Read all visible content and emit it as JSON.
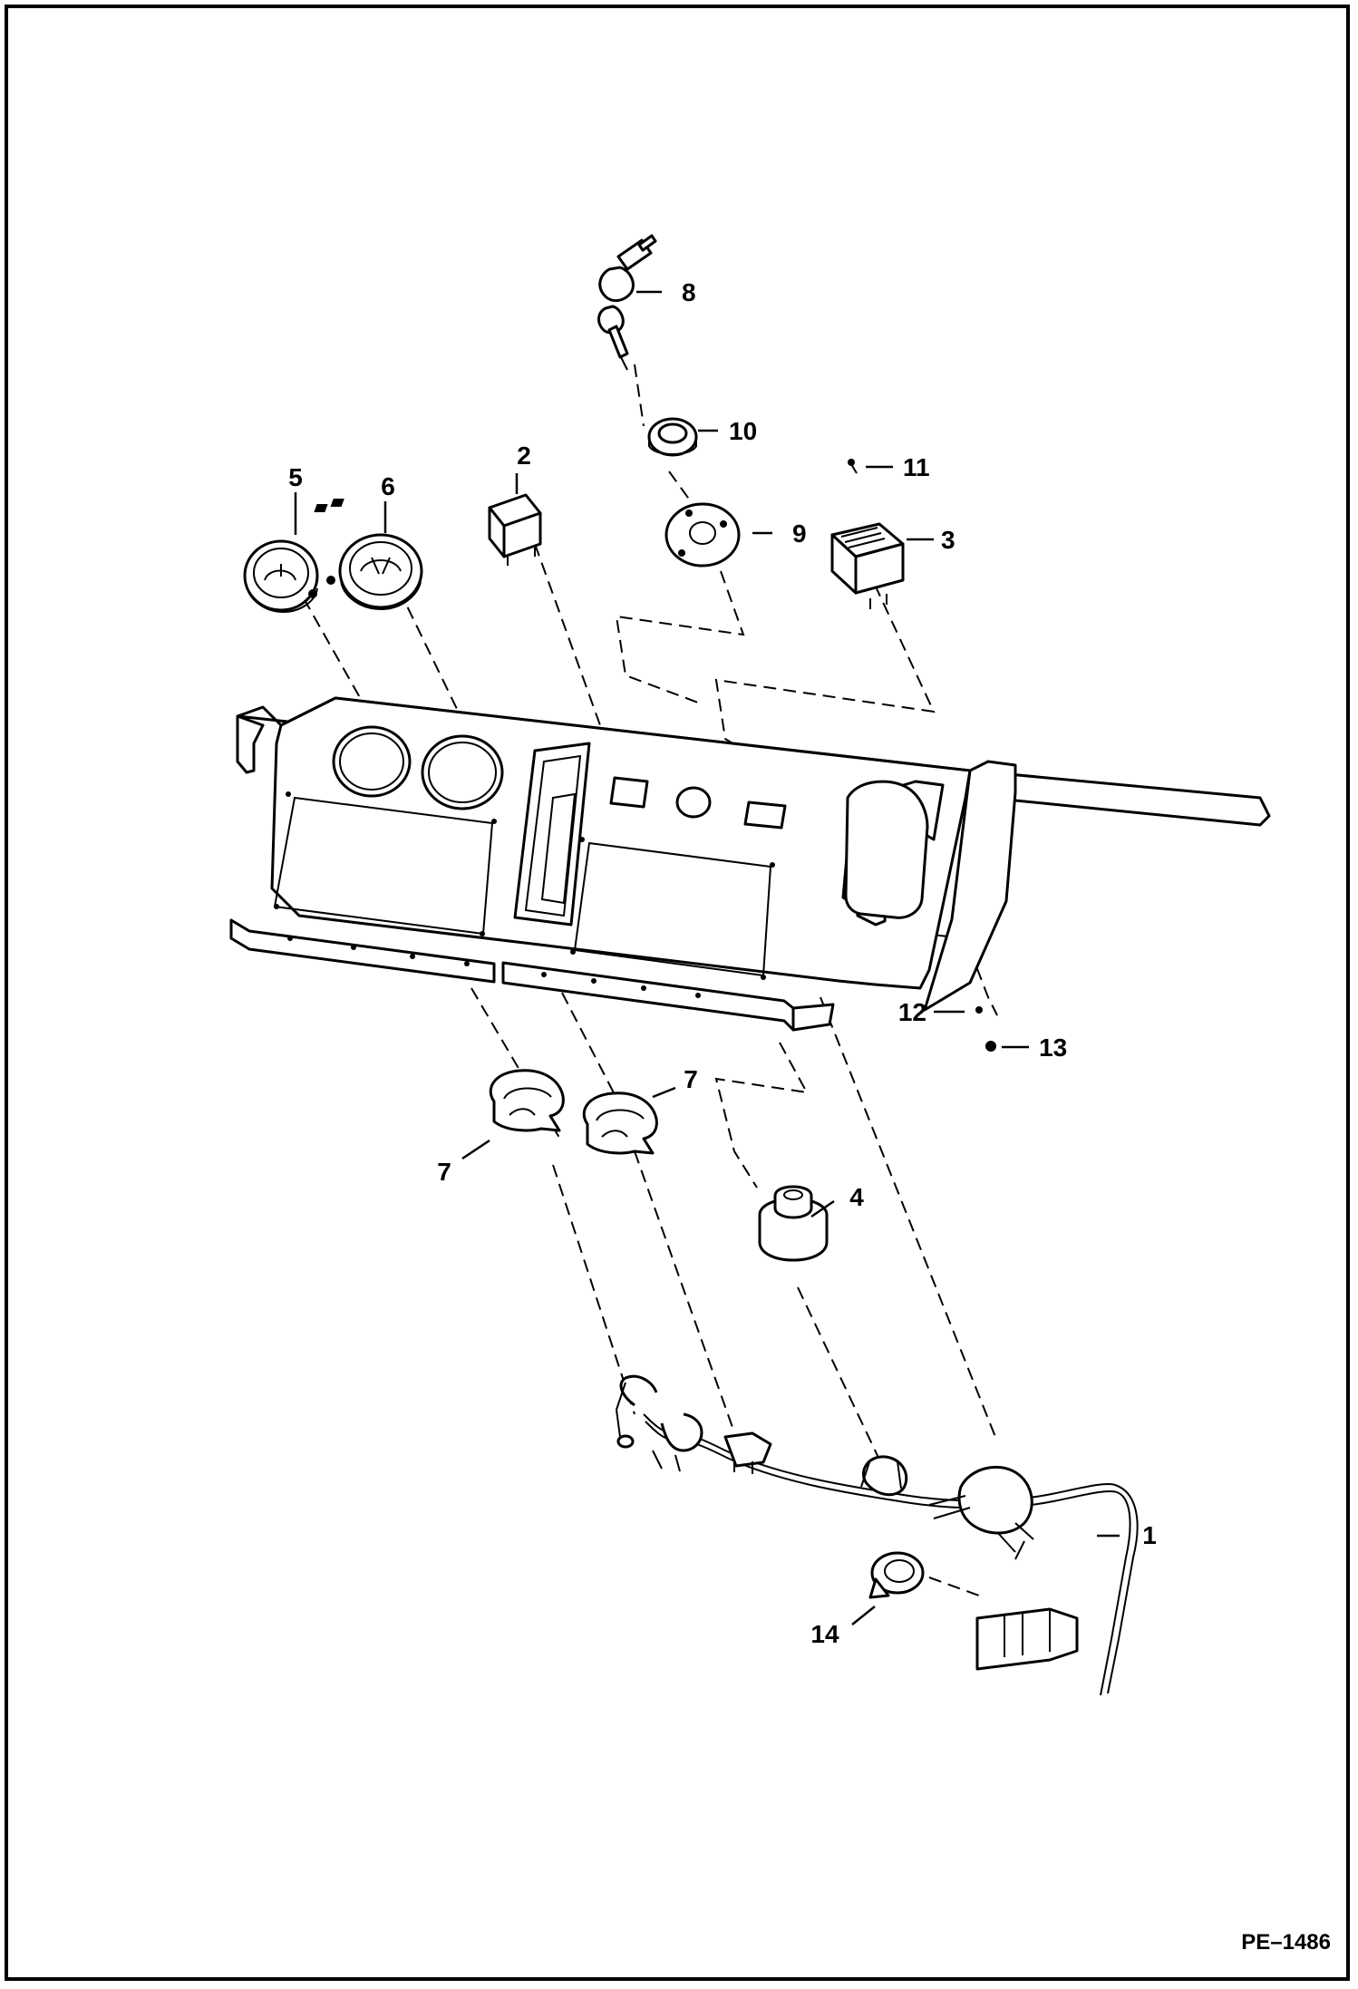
{
  "callouts": [
    {
      "id": "1",
      "label": "1"
    },
    {
      "id": "2",
      "label": "2"
    },
    {
      "id": "3",
      "label": "3"
    },
    {
      "id": "4",
      "label": "4"
    },
    {
      "id": "5",
      "label": "5"
    },
    {
      "id": "6",
      "label": "6"
    },
    {
      "id": "7a",
      "label": "7"
    },
    {
      "id": "7b",
      "label": "7"
    },
    {
      "id": "8",
      "label": "8"
    },
    {
      "id": "9",
      "label": "9"
    },
    {
      "id": "10",
      "label": "10"
    },
    {
      "id": "11",
      "label": "11"
    },
    {
      "id": "12",
      "label": "12"
    },
    {
      "id": "13",
      "label": "13"
    },
    {
      "id": "14",
      "label": "14"
    }
  ],
  "reference": "PE–1486",
  "colors": {
    "line": "#000000",
    "background": "#ffffff"
  }
}
